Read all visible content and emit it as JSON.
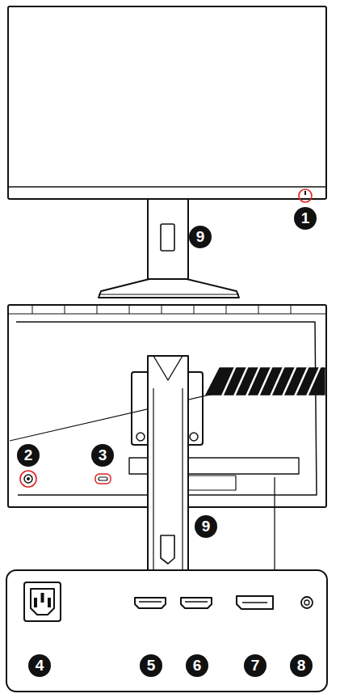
{
  "diagram": {
    "labels": [
      "1",
      "9",
      "2",
      "3",
      "9",
      "4",
      "5",
      "6",
      "7",
      "8"
    ]
  }
}
